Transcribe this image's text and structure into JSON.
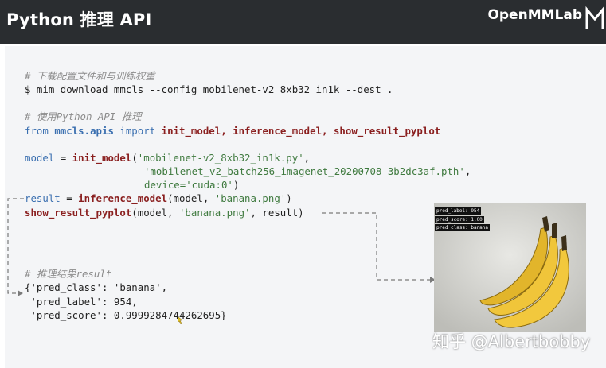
{
  "header": {
    "title": "Python 推理 API",
    "logo_text": "OpenMMLab"
  },
  "code": {
    "comment_download": "# 下载配置文件和与训练权重",
    "cmd_download": "$ mim download mmcls --config mobilenet-v2_8xb32_in1k --dest .",
    "comment_python": "# 使用Python API 推理",
    "import_from": "from",
    "import_module": "mmcls.apis",
    "import_kw": "import",
    "import_names": "init_model, inference_model, show_result_pyplot",
    "model_var": "model",
    "eq": " = ",
    "init_fn": "init_model",
    "init_arg1": "'mobilenet-v2_8xb32_in1k.py'",
    "init_arg2": "'mobilenet_v2_batch256_imagenet_20200708-3b2dc3af.pth'",
    "init_arg3_key": "device=",
    "init_arg3_val": "'cuda:0'",
    "result_var": "result",
    "infer_fn": "inference_model",
    "infer_args_a": "(model, ",
    "infer_arg_img": "'banana.png'",
    "infer_args_b": ")",
    "show_fn": "show_result_pyplot",
    "show_args_a": "(model, ",
    "show_arg_img": "'banana.png'",
    "show_args_b": ", result)",
    "comment_result": "# 推理结果result",
    "result_line1": "{'pred_class': 'banana',",
    "result_line2": " 'pred_label': 954,",
    "result_line3": " 'pred_score': 0.9999284744262695}"
  },
  "image": {
    "badges": [
      "pred_label: 954",
      "pred_score: 1.00",
      "pred_class: banana"
    ]
  },
  "watermark": "知乎 @Albertbobby",
  "colors": {
    "header_bg": "#2a2d30",
    "panel_bg": "#f4f5f7",
    "keyword": "#3a6fb0",
    "function": "#8a1f1f",
    "string": "#3f7a3f",
    "comment": "#8c8c8c"
  }
}
